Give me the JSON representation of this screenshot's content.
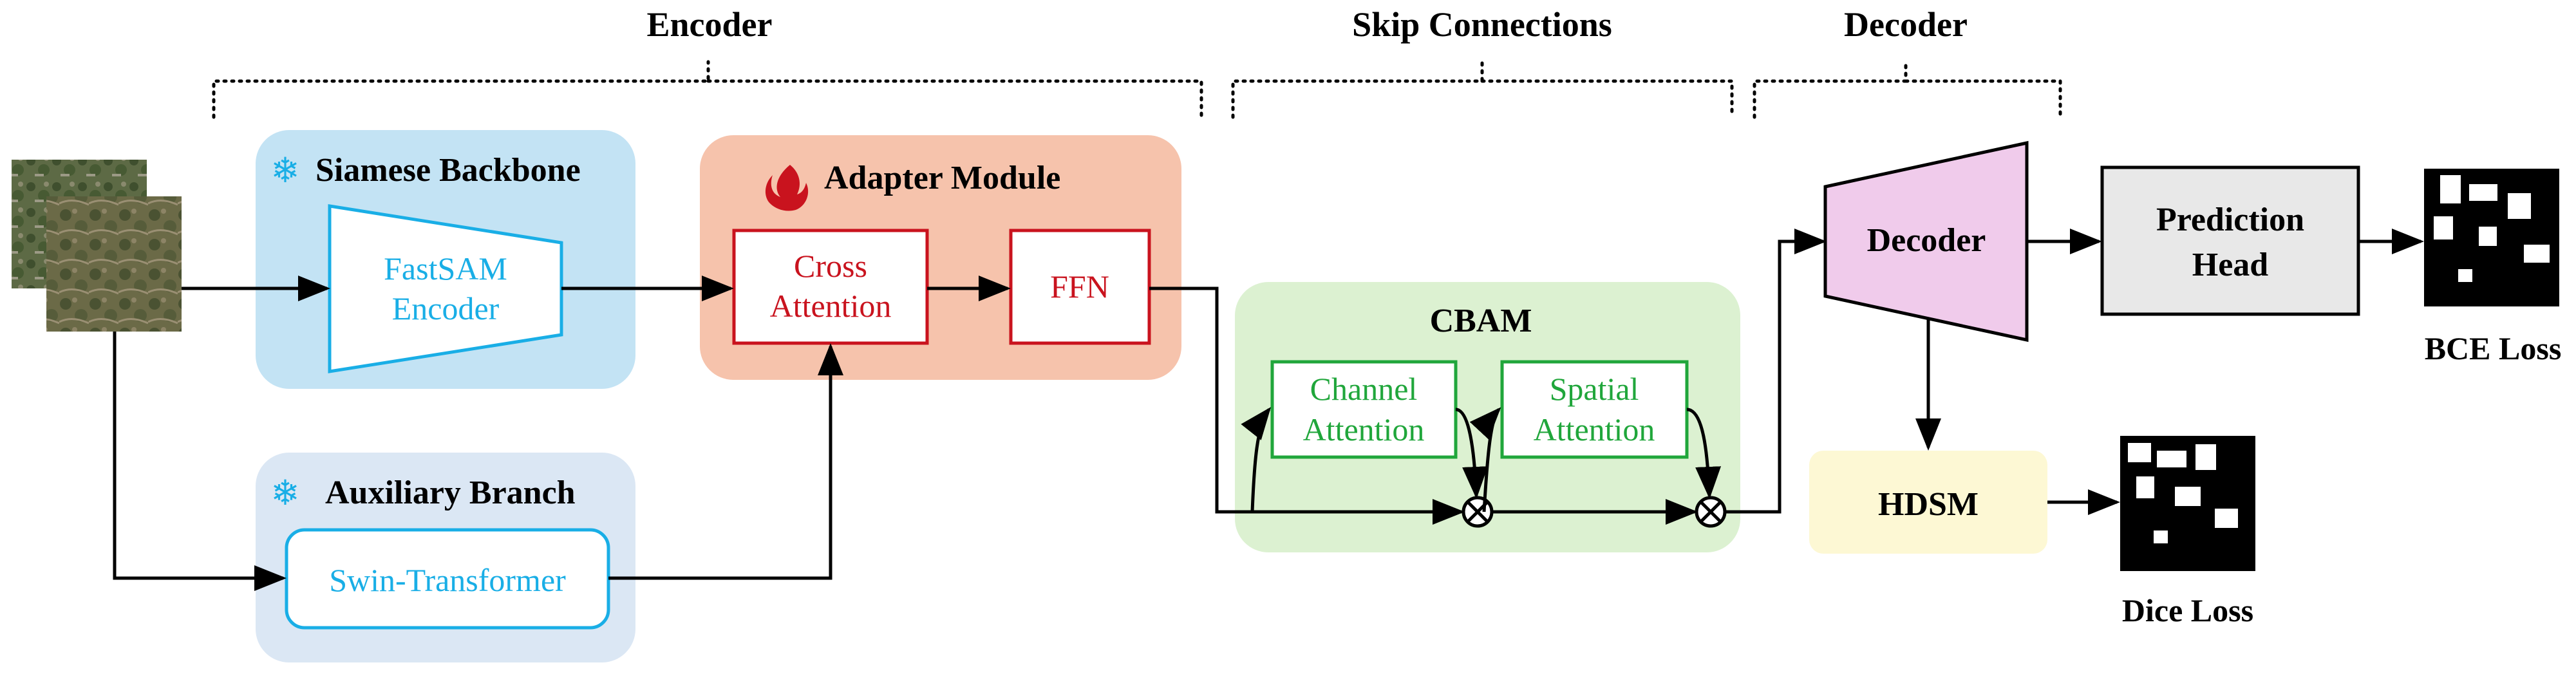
{
  "sections": {
    "encoder": "Encoder",
    "skip": "Skip Connections",
    "decoder": "Decoder"
  },
  "siamese": {
    "title": "Siamese Backbone",
    "icon": "snowflake-icon",
    "encoder_line1": "FastSAM",
    "encoder_line2": "Encoder"
  },
  "auxiliary": {
    "title": "Auxiliary Branch",
    "icon": "snowflake-icon",
    "block": "Swin-Transformer"
  },
  "adapter": {
    "title": "Adapter Module",
    "icon": "flame-icon",
    "cross_line1": "Cross",
    "cross_line2": "Attention",
    "ffn": "FFN"
  },
  "cbam": {
    "title": "CBAM",
    "channel_line1": "Channel",
    "channel_line2": "Attention",
    "spatial_line1": "Spatial",
    "spatial_line2": "Attention"
  },
  "decoder_block": "Decoder",
  "prediction_line1": "Prediction",
  "prediction_line2": "Head",
  "hdsm": "HDSM",
  "bce_loss": "BCE Loss",
  "dice_loss": "Dice Loss",
  "colors": {
    "siamese_bg": "#c3e3f4",
    "auxiliary_bg": "#dbe7f4",
    "adapter_bg": "#f6c3ac",
    "cbam_bg": "#dcf1d1",
    "hdsm_bg": "#fdf8d4",
    "decoder_fill": "#f0cbeb",
    "prediction_fill": "#e8e8e8",
    "cyan": "#19aee6",
    "red": "#c9131e",
    "green": "#20a63b"
  }
}
